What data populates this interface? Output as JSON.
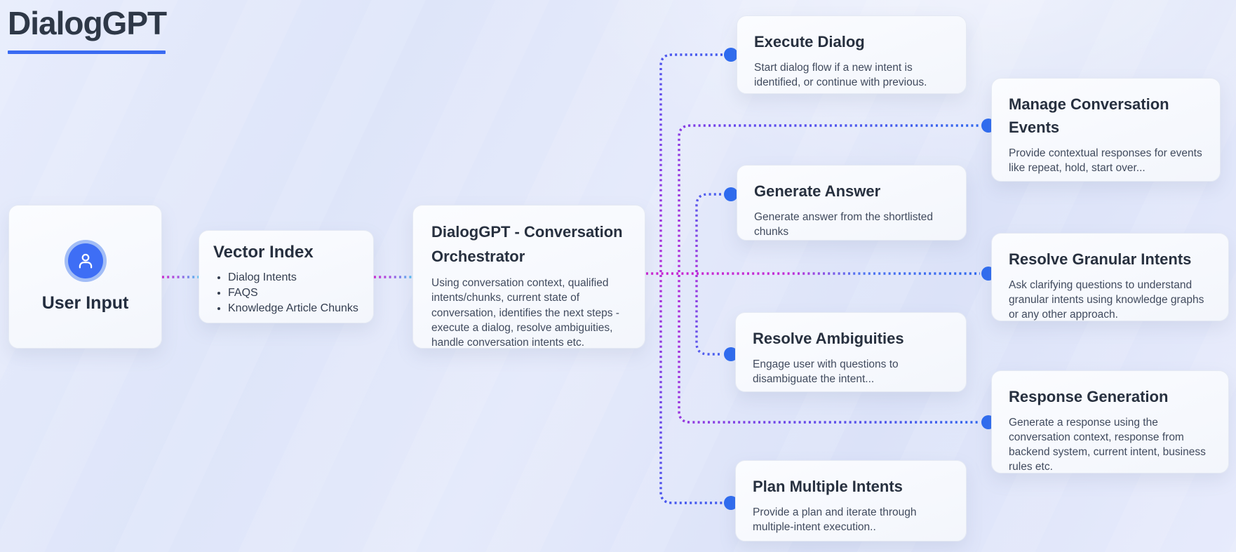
{
  "page": {
    "title": "DialogGPT"
  },
  "colors": {
    "title_underline": "#3a6bf2",
    "edge_magenta": "#cb21d0",
    "edge_violet": "#7b40e8",
    "edge_blue": "#2c66ee",
    "edge_cyan": "#4fc3f7",
    "endpoint_dot": "#2e6bf0",
    "avatar_blue": "#3e6ef5",
    "card_background": "#f7f9fd"
  },
  "nodes": {
    "user_input": {
      "label": "User Input",
      "icon": "user-icon"
    },
    "vector_index": {
      "title": "Vector Index",
      "bullets": [
        "Dialog Intents",
        "FAQS",
        "Knowledge Article Chunks"
      ]
    },
    "orchestrator": {
      "title": "DialogGPT - Conversation Orchestrator",
      "body": "Using conversation context, qualified intents/chunks, current state of conversation, identifies the next steps - execute a dialog, resolve ambiguities, handle conversation intents etc."
    },
    "execute_dialog": {
      "title": "Execute Dialog",
      "body": "Start dialog flow if a new intent is identified, or continue with previous."
    },
    "manage_events": {
      "title": "Manage Conversation Events",
      "body": "Provide contextual responses for events like repeat, hold, start over..."
    },
    "generate_answer": {
      "title": "Generate Answer",
      "body": "Generate answer from the shortlisted chunks"
    },
    "resolve_granular": {
      "title": "Resolve Granular Intents",
      "body": "Ask clarifying questions to understand granular intents using knowledge graphs or any other approach."
    },
    "resolve_ambiguities": {
      "title": "Resolve Ambiguities",
      "body": "Engage user with questions to disambiguate the intent..."
    },
    "response_generation": {
      "title": "Response Generation",
      "body": "Generate a response using the conversation context, response from backend system, current intent, business rules etc."
    },
    "plan_multiple": {
      "title": "Plan Multiple Intents",
      "body": "Provide a plan and iterate through multiple-intent execution.."
    }
  },
  "edges": [
    {
      "from": "user_input",
      "to": "vector_index"
    },
    {
      "from": "vector_index",
      "to": "orchestrator"
    },
    {
      "from": "orchestrator",
      "to": "execute_dialog"
    },
    {
      "from": "orchestrator",
      "to": "manage_events"
    },
    {
      "from": "orchestrator",
      "to": "generate_answer"
    },
    {
      "from": "orchestrator",
      "to": "resolve_granular"
    },
    {
      "from": "orchestrator",
      "to": "resolve_ambiguities"
    },
    {
      "from": "orchestrator",
      "to": "response_generation"
    },
    {
      "from": "orchestrator",
      "to": "plan_multiple"
    }
  ]
}
